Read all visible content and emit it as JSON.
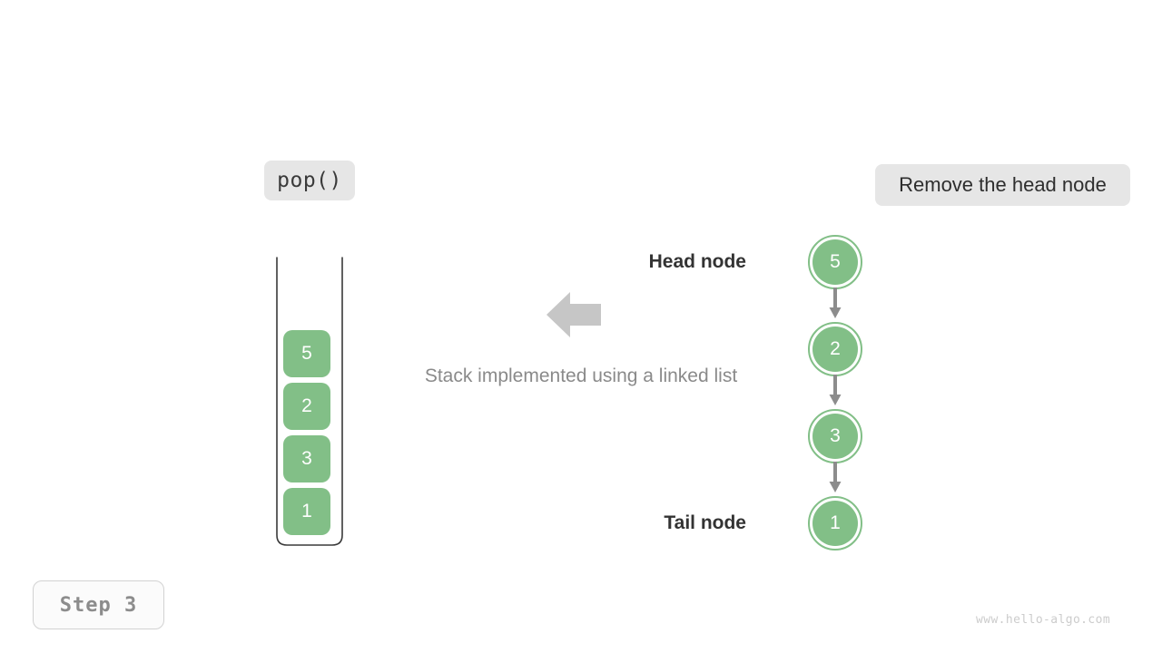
{
  "operation_chip": {
    "label": "pop()"
  },
  "action_chip": {
    "label": "Remove the head node"
  },
  "caption": {
    "text": "Stack implemented using a linked list"
  },
  "step_chip": {
    "label": "Step 3"
  },
  "watermark": {
    "text": "www.hello-algo.com"
  },
  "colors": {
    "node_green": "#82bf87",
    "chip_gray": "#e6e6e6",
    "arrow_gray": "#c6c6c6",
    "link_gray": "#8c8c8c",
    "caption_gray": "#8a8a8a"
  },
  "stack": {
    "name": "stack-container",
    "cells": [
      {
        "value": "5"
      },
      {
        "value": "2"
      },
      {
        "value": "3"
      },
      {
        "value": "1"
      }
    ]
  },
  "linked_list": {
    "head_label": "Head node",
    "tail_label": "Tail node",
    "nodes": [
      {
        "value": "5",
        "label": "Head node"
      },
      {
        "value": "2",
        "label": ""
      },
      {
        "value": "3",
        "label": ""
      },
      {
        "value": "1",
        "label": "Tail node"
      }
    ]
  },
  "transform_arrow": {
    "direction": "left"
  }
}
